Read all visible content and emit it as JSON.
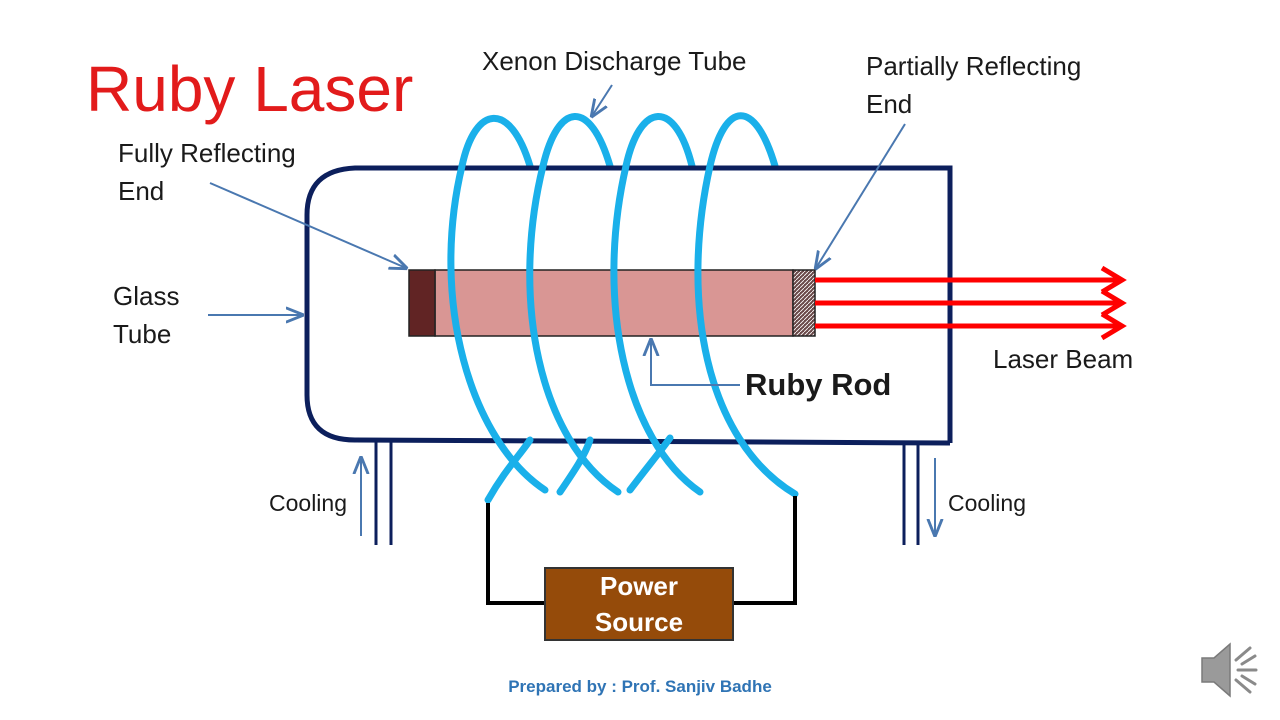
{
  "title": "Ruby Laser",
  "labels": {
    "xenon": "Xenon Discharge Tube",
    "partial_line1": "Partially Reflecting",
    "partial_line2": "End",
    "full_line1": "Fully Reflecting",
    "full_line2": "End",
    "glass_line1": "Glass",
    "glass_line2": "Tube",
    "laser_beam": "Laser Beam",
    "ruby_rod": "Ruby Rod",
    "cooling_left": "Cooling",
    "cooling_right": "Cooling",
    "power_line1": "Power",
    "power_line2": "Source"
  },
  "credit": "Prepared by : Prof. Sanjiv Badhe",
  "colors": {
    "title": "#e21b1b",
    "glass_tube": "#0c1f5c",
    "coil": "#1ab0ea",
    "rod": "#d99694",
    "rod_end": "#612424",
    "beam": "#ff0000",
    "arrow": "#4a78b0",
    "power_source": "#954b0a",
    "credit": "#2f74b5"
  },
  "icons": [
    "speaker-icon"
  ]
}
